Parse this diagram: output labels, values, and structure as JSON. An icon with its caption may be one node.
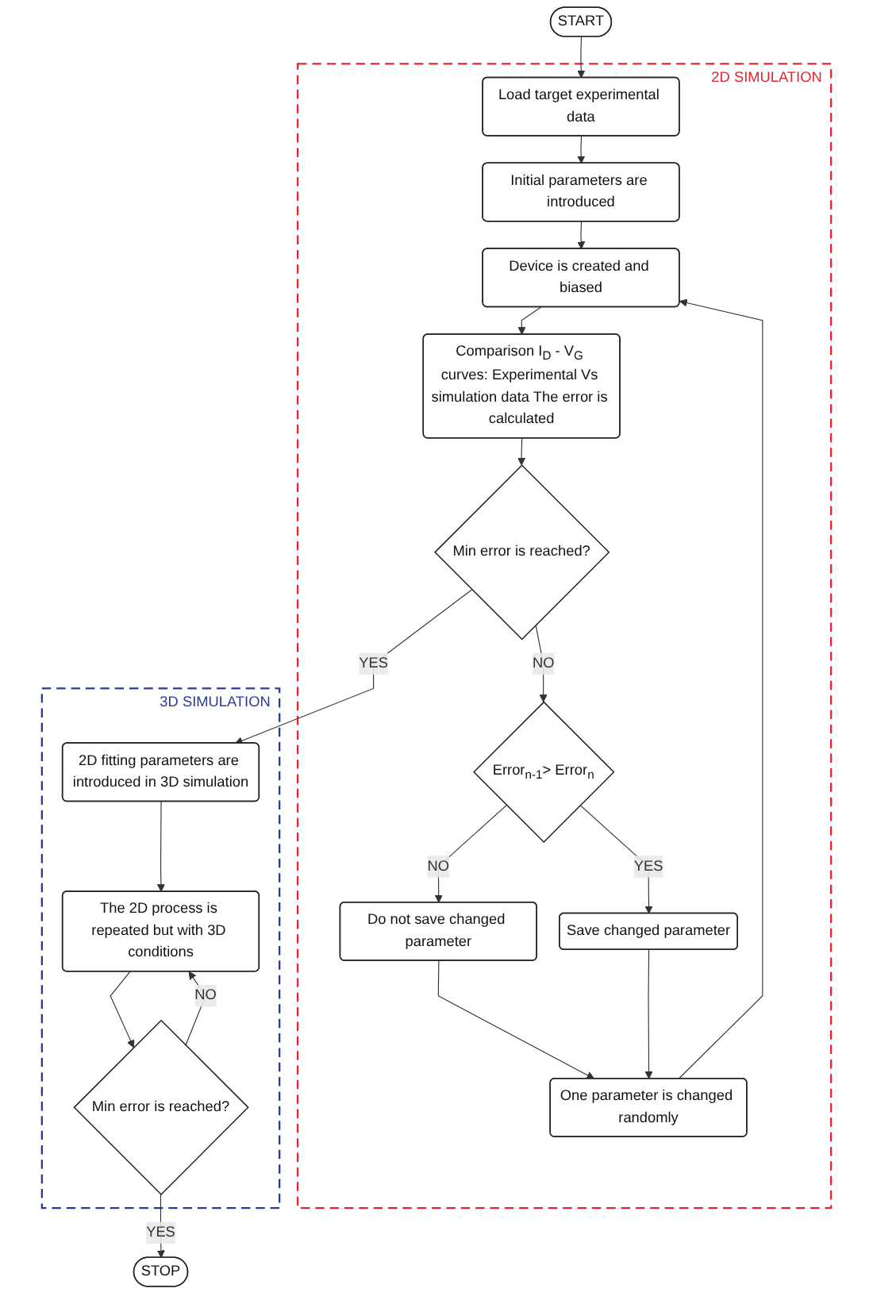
{
  "diagram": {
    "nodes": [
      {
        "text": [
          "START"
        ]
      },
      {
        "text": [
          "2D SIMULATION"
        ]
      },
      {
        "text": [
          "Load target experimental data"
        ],
        "in": 1
      },
      {
        "text": [
          "Initial parameters are introduced"
        ],
        "in": 1
      },
      {
        "text": [
          "Do not save changed parameter"
        ],
        "in": 1
      },
      {
        "text": [
          "Error$_{n-1}$> Error$_{n}$"
        ],
        "in": 1
      },
      {
        "text": [
          "One parameter is changed randomly"
        ],
        "in": 1
      },
      {
        "text": [
          "Save changed parameter"
        ],
        "in": 1
      },
      {
        "text": [
          "Device is created and biased"
        ],
        "in": 1
      },
      {
        "text": [
          "Comparison I$_{D}$ - V$_{G}$ curves: Experimental Vs simulation data The error is calculated"
        ],
        "in": 1
      },
      {
        "text": [
          "Min error is reached?"
        ],
        "in": 1
      },
      {
        "text": [
          "3D SIMULATION"
        ]
      },
      {
        "text": [
          "2D fitting parameters are introduced in 3D simulation"
        ],
        "in": 11
      },
      {
        "text": [
          "The 2D process is repeated but with 3D conditions"
        ],
        "in": 11
      },
      {
        "text": [
          "Min error is reached?"
        ],
        "in": 11
      },
      {
        "text": [
          "STOP"
        ]
      }
    ],
    "edges": [
      {
        "from": 0,
        "to": 2,
        "arrow": "to"
      },
      {
        "from": 2,
        "to": 3,
        "arrow": "to"
      },
      {
        "from": 3,
        "to": 8,
        "arrow": "to"
      },
      {
        "from": 5,
        "to": 4,
        "label": "NO",
        "arrow": "to"
      },
      {
        "from": 5,
        "to": 7,
        "label": "YES",
        "arrow": "to"
      },
      {
        "from": 4,
        "to": 6,
        "arrow": "to"
      },
      {
        "from": 7,
        "to": 6,
        "arrow": "to"
      },
      {
        "from": 6,
        "to": 8,
        "arrow": "to"
      },
      {
        "from": 8,
        "to": 9,
        "arrow": "to"
      },
      {
        "from": 9,
        "to": 10,
        "arrow": "to"
      },
      {
        "from": 10,
        "to": 5,
        "label": "NO",
        "arrow": "to"
      },
      {
        "from": 10,
        "to": 12,
        "label": "YES",
        "arrow": "to"
      },
      {
        "from": 12,
        "to": 13,
        "arrow": "to"
      },
      {
        "from": 13,
        "to": 14,
        "arrow": "to"
      },
      {
        "from": 14,
        "to": 13,
        "label": "NO",
        "arrow": "to"
      },
      {
        "from": 14,
        "to": 15,
        "label": "YES",
        "arrow": "to"
      }
    ]
  }
}
